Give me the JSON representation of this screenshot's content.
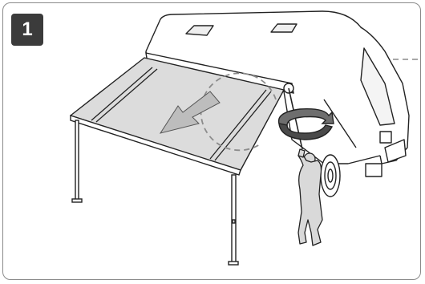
{
  "step": {
    "number": "1"
  },
  "colors": {
    "frame_border": "#8a8a8a",
    "badge_bg": "#3b3b3b",
    "awning_fabric": "#dcdcdc",
    "person_fill": "#d9d9d9",
    "arrow_fill": "#bdbdbd",
    "line": "#222222",
    "dashed": "#8c8c8c"
  },
  "illustration": {
    "subject": "caravan-awning-extension",
    "arrow_direction": "pull-out",
    "rotation_symbol": "crank-rotation"
  }
}
